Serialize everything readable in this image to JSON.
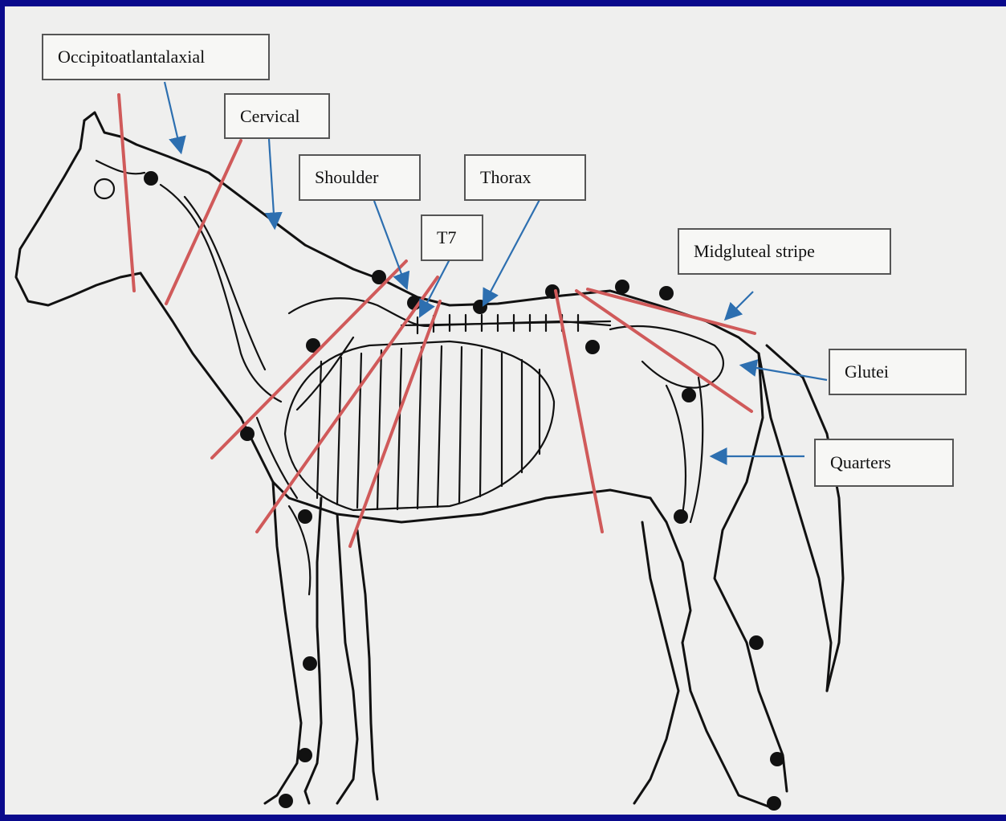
{
  "colors": {
    "slide_background": "#0a0a8c",
    "paper": "#efefee",
    "cut_lines": "#d05a5a",
    "arrows": "#2d6fb0",
    "drawing": "#111111"
  },
  "labels": {
    "occipito": "Occipitoatlantalaxial",
    "cervical": "Cervical",
    "shoulder": "Shoulder",
    "thorax": "Thorax",
    "t7": "T7",
    "midgluteal": "Midgluteal stripe",
    "glutei": "Glutei",
    "quarters": "Quarters"
  },
  "icons": [
    "horse-skeleton-illustration",
    "palpation-point-dot",
    "pointer-arrow"
  ]
}
